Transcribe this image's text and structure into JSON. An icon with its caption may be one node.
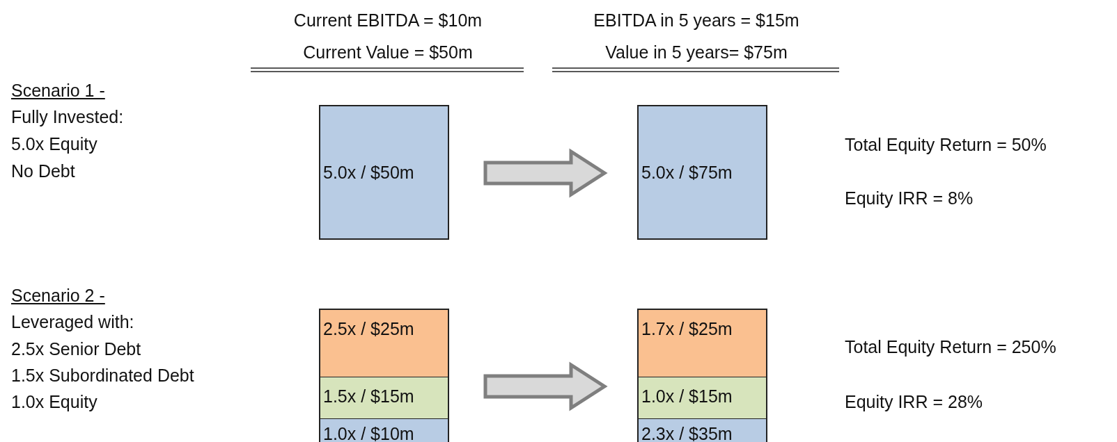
{
  "diagram": {
    "nodes": [
      {
        "text": [
          "5.0x / $50m"
        ]
      },
      {
        "text": [
          "5.0x / $75m"
        ]
      },
      {
        "text": [],
        "shape": "box"
      },
      {
        "text": [
          "2.5x / $25m"
        ],
        "in": 2
      },
      {
        "text": [
          "1.5x / $15m"
        ],
        "in": 2
      },
      {
        "text": [
          "1.0x / $10m"
        ],
        "in": 2
      },
      {
        "text": [],
        "shape": "box"
      },
      {
        "text": [
          "1.7x / $25m"
        ],
        "in": 6
      },
      {
        "text": [
          "1.0x / $15m"
        ],
        "in": 6
      },
      {
        "text": [
          "2.3x / $35m"
        ],
        "in": 6
      }
    ],
    "edges": [
      {
        "from": 0,
        "to": 1,
        "arrow": "to"
      },
      {
        "from": 2,
        "to": 6,
        "arrow": "to"
      }
    ],
    "labels": [
      "Current EBITDA = $10m",
      "Current Value = $50m",
      "EBITDA in 5 years = $15m",
      "Value in 5 years= $75m",
      "Scenario 1 -",
      "Fully Invested:",
      "5.0x Equity",
      "No Debt",
      "Total Equity Return = 50%",
      "Equity IRR = 8%",
      "Scenario 2 -",
      "Leveraged with:",
      "2.5x Senior Debt",
      "1.5x Subordinated Debt",
      "1.0x Equity",
      "Total Equity Return = 250%",
      "Equity IRR = 28%"
    ]
  }
}
